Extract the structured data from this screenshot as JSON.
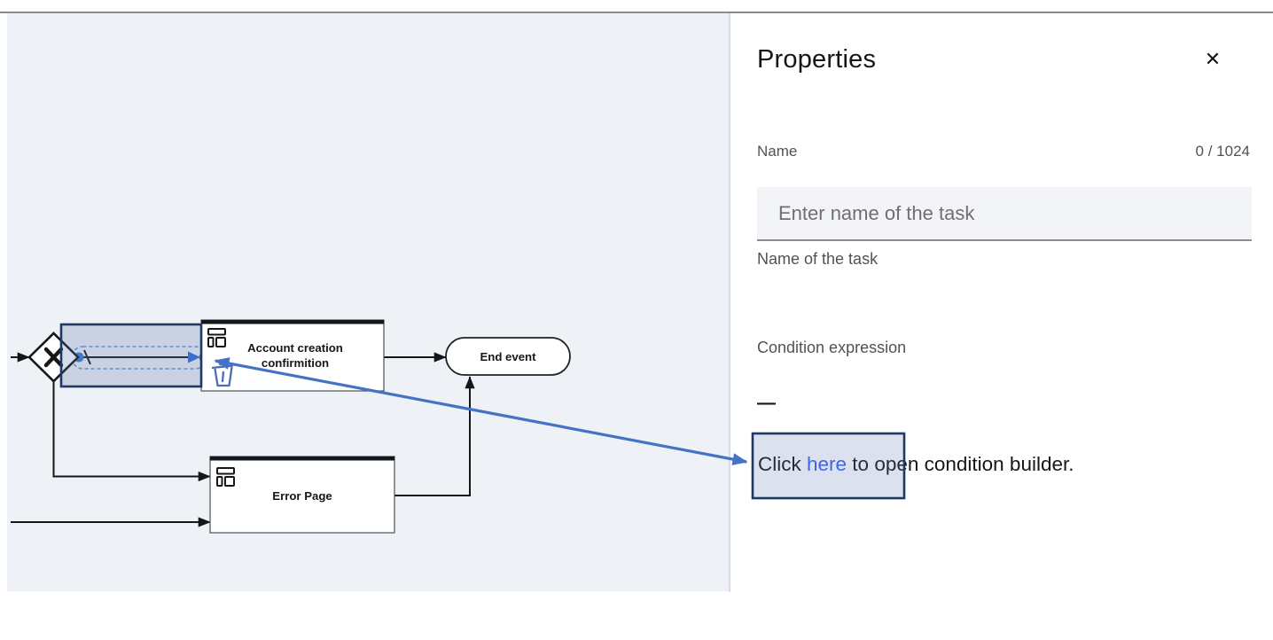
{
  "canvas": {
    "background": "#eef1f5",
    "nodes": {
      "gateway": {
        "type": "exclusive-gateway-x"
      },
      "account_task": {
        "label_line1": "Account creation",
        "label_line2": "confirmition"
      },
      "end_event": {
        "label": "End event"
      },
      "error_task": {
        "label": "Error Page"
      }
    },
    "selection": {
      "selected_element": "sequence-flow-gateway-to-account-task",
      "handle_color": "#3a7ad6",
      "dash_color": "#5b9bd5"
    }
  },
  "panel": {
    "title": "Properties",
    "close_glyph": "✕",
    "name_field": {
      "label": "Name",
      "counter": "0 / 1024",
      "placeholder": "Enter name of the task",
      "value": "",
      "helper": "Name of the task"
    },
    "condition_field": {
      "label": "Condition expression",
      "empty_value": "—",
      "hint_prefix": "Click ",
      "hint_link": "here",
      "hint_suffix": " to open condition builder.",
      "link_color": "#3561f2"
    }
  },
  "annotation": {
    "arrow_color": "#4472c4",
    "highlight_border": "#1f3864",
    "highlight_fill": "rgba(90,117,177,0.25)"
  }
}
